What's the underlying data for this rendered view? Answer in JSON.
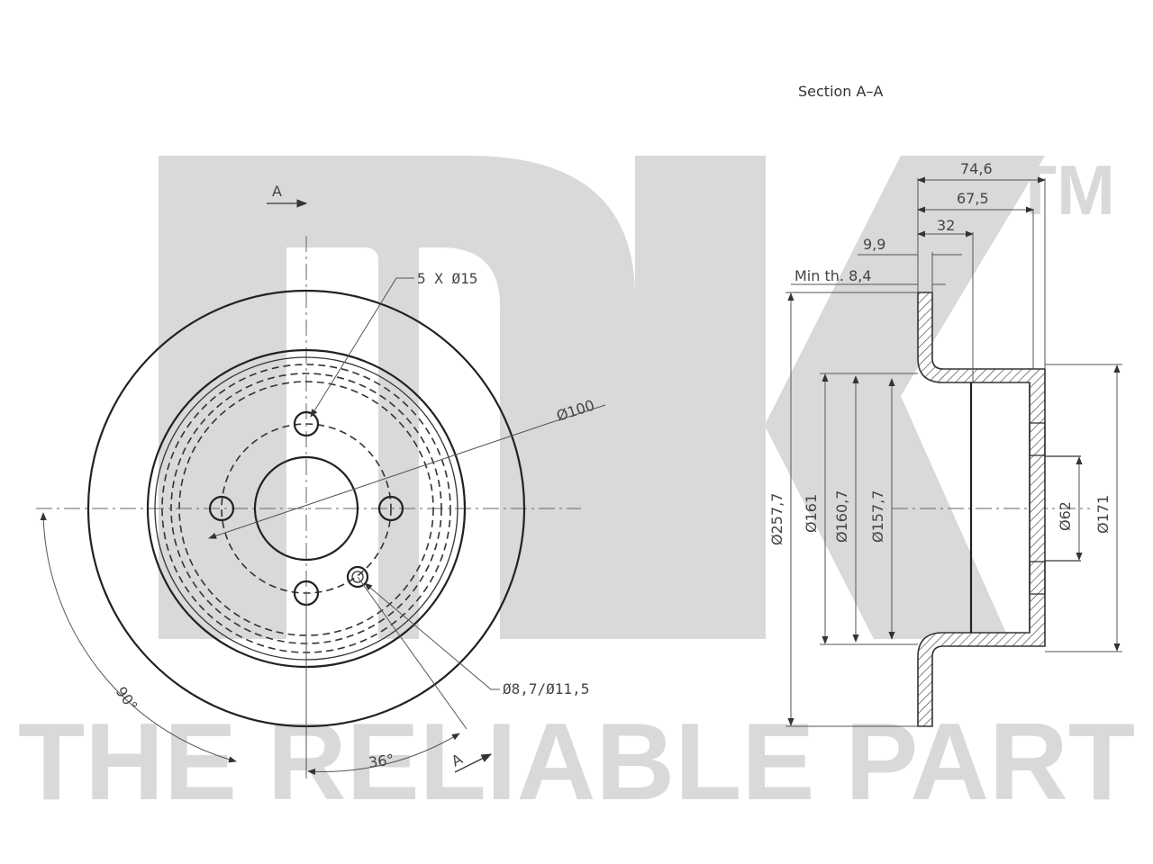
{
  "watermark": {
    "logo_text": "NK",
    "trademark": "TM",
    "tagline": "THE RELIABLE PART"
  },
  "section_title": "Section A–A",
  "front_view": {
    "section_marker_top": "A",
    "section_marker_bottom": "A",
    "bolt_holes_label": "5 X Ø15",
    "pcd_label": "Ø100",
    "small_hole_label": "Ø8,7/Ø11,5",
    "angle_90": "90°",
    "angle_36": "36°"
  },
  "section_view": {
    "dim_74_6": "74,6",
    "dim_67_5": "67,5",
    "dim_32": "32",
    "dim_9_9": "9,9",
    "min_thickness": "Min th. 8,4",
    "dia_257_7": "Ø257,7",
    "dia_161": "Ø161",
    "dia_160_7": "Ø160,7",
    "dia_157_7": "Ø157,7",
    "dia_62": "Ø62",
    "dia_171": "Ø171"
  }
}
